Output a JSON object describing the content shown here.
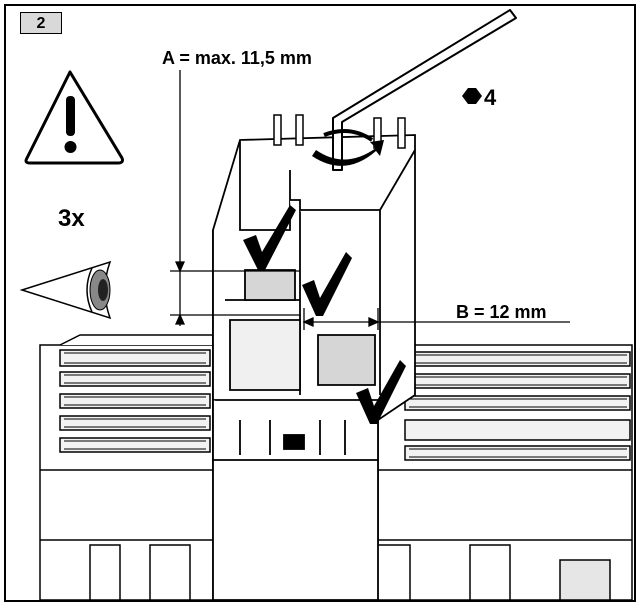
{
  "step_number": "2",
  "dimension_a": "A = max. 11,5 mm",
  "dimension_b": "B = 12 mm",
  "repeat_count": "3x",
  "tool_size": "4",
  "icons": [
    "warning-icon",
    "eye-icon",
    "hex-key-icon",
    "rotate-arrow-icon",
    "checkmark-icon"
  ]
}
